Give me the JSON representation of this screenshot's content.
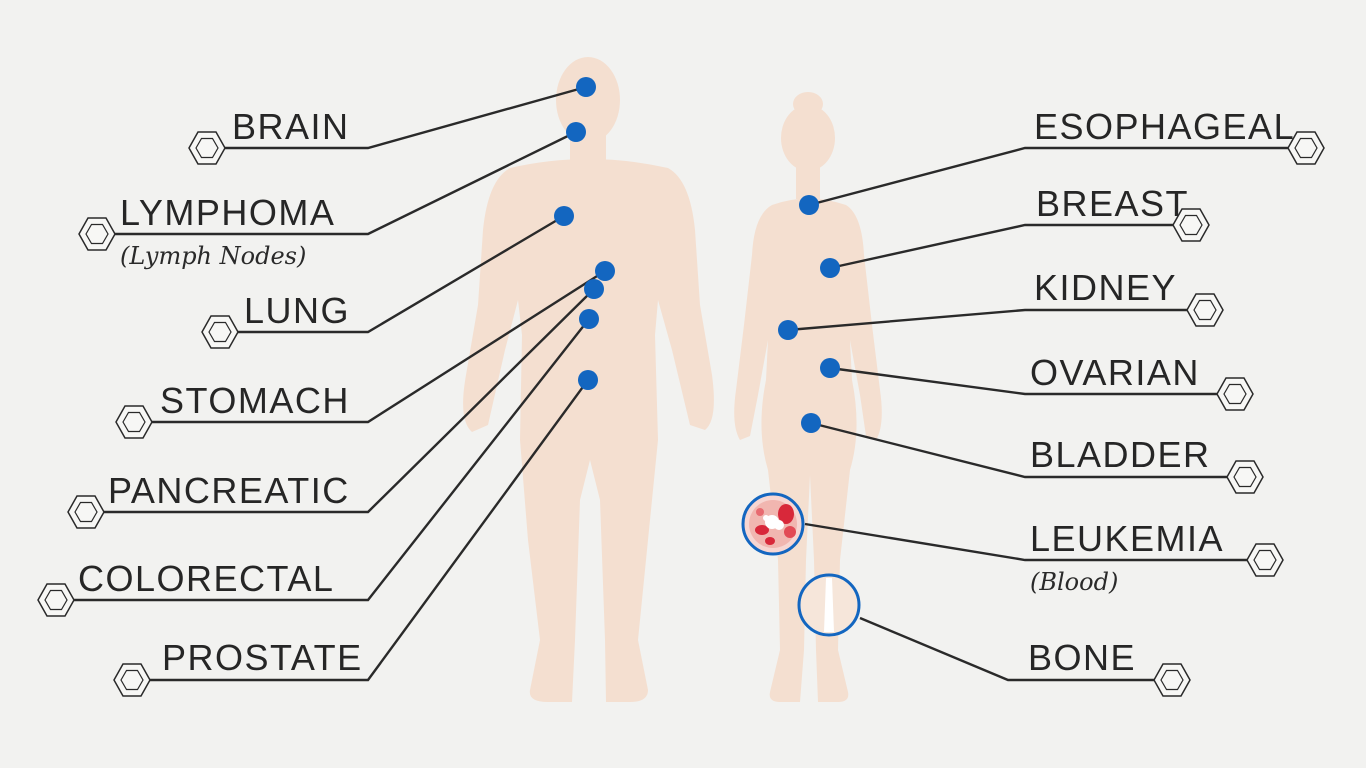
{
  "colors": {
    "background": "#f2f2f0",
    "skin": "#f4dfd0",
    "marker": "#1366c0",
    "text": "#262626",
    "blood_red": "#d8283a"
  },
  "labels": {
    "brain": "BRAIN",
    "lymphoma": "LYMPHOMA",
    "lymphoma_sub": "(Lymph Nodes)",
    "lung": "LUNG",
    "stomach": "STOMACH",
    "pancreatic": "PANCREATIC",
    "colorectal": "COLORECTAL",
    "prostate": "PROSTATE",
    "esophageal": "ESOPHAGEAL",
    "breast": "BREAST",
    "kidney": "KIDNEY",
    "ovarian": "OVARIAN",
    "bladder": "BLADDER",
    "leukemia": "LEUKEMIA",
    "leukemia_sub": "(Blood)",
    "bone": "BONE"
  }
}
